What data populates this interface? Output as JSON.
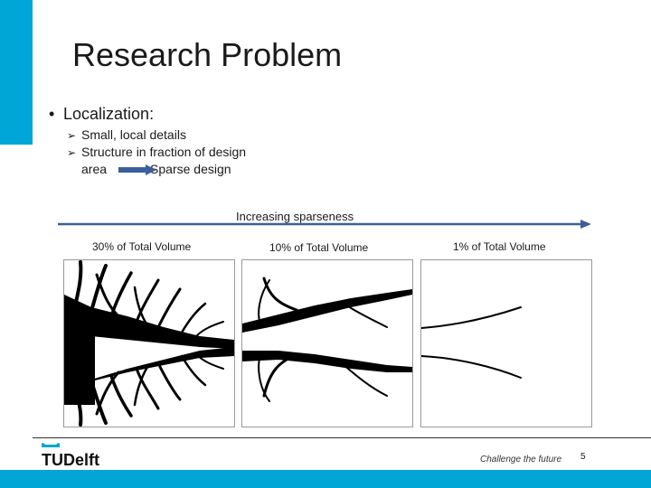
{
  "slide": {
    "title": "Research Problem",
    "bullet": "Localization:",
    "subs": [
      "Small, local details",
      "Structure in fraction of design"
    ],
    "sub_area": "area",
    "sub_sparse": "Sparse design",
    "arrow_label": "Increasing sparseness",
    "captions": [
      "30% of Total Volume",
      "10% of Total Volume",
      "1% of Total Volume"
    ]
  },
  "footer": {
    "logo_text": "TUDelft",
    "tagline": "Challenge the future",
    "page": "5"
  },
  "colors": {
    "accent": "#00a6d6",
    "arrow": "#3a5f9c",
    "structure": "#000000"
  }
}
